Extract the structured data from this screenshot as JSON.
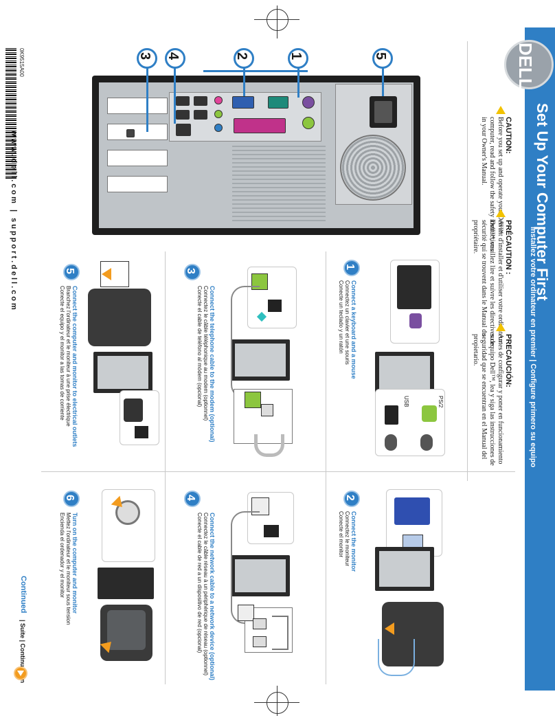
{
  "banner": {
    "title": "Set Up Your Computer First",
    "subtitle": "Installez votre ordinateur en premier | Configure primero su equipo"
  },
  "cautions": [
    {
      "heading": "CAUTION:",
      "body": "Before you set up and operate your Dell™ computer, read and follow the safety instructions in your Owner's Manual."
    },
    {
      "heading": "PRÉCAUTION :",
      "body": "Avant d'installer et d'utiliser votre ordinateur Dell™, veuillez lire et suivre les directives de sécurité qui se trouvent dans le Manual du propriétaire."
    },
    {
      "heading": "PRECAUCIÓN:",
      "body": "Antes de configurar y poner en funcionamiento su equipo Dell™, lea y siga las instrucciones de seguridad que se encuentran en el Manual del propietario."
    }
  ],
  "logo": {
    "text": "DELL"
  },
  "callouts": [
    "1",
    "2",
    "3",
    "4",
    "5"
  ],
  "steps": [
    {
      "number": "1",
      "title": "Connect a keyboard and a mouse",
      "lines": [
        "Connectez un clavier et une souris",
        "Conecte un teclado y un ratón"
      ],
      "labels": [
        "PS/2",
        "USB"
      ]
    },
    {
      "number": "2",
      "title": "Connect the monitor",
      "lines": [
        "Connectez le moniteur",
        "Conecte el monitor"
      ]
    },
    {
      "number": "3",
      "title": "Connect the telephone cable to the modem (optional)",
      "lines": [
        "Connectez le câble téléphonique au modem (optionnel)",
        "Conecte el cable de teléfono al módem (opcional)"
      ]
    },
    {
      "number": "4",
      "title": "Connect the network cable to a network device (optional)",
      "lines": [
        "Connectez le câble réseau à un périphérique de réseau (optionnel)",
        "Conecte el cable de red a un dispositivo de red (opcional)"
      ]
    },
    {
      "number": "5",
      "title": "Connect the computer and monitor to electrical outlets",
      "lines": [
        "Branchez l'ordinateur et le moniteur à une prise électrique",
        "Conecte el equipo y el monitor a las tomas de corriente"
      ]
    },
    {
      "number": "6",
      "title": "Turn on the computer and monitor",
      "lines": [
        "Mettez l'ordinateur et le moniteur sous tension",
        "Encienda el ordenador y el monitor"
      ]
    }
  ],
  "footer": {
    "url": "www.dell.com | support.dell.com",
    "continued": "Continued",
    "continued_sub": "| Suite | Continuación",
    "barcode_text": "0K9515A00"
  }
}
